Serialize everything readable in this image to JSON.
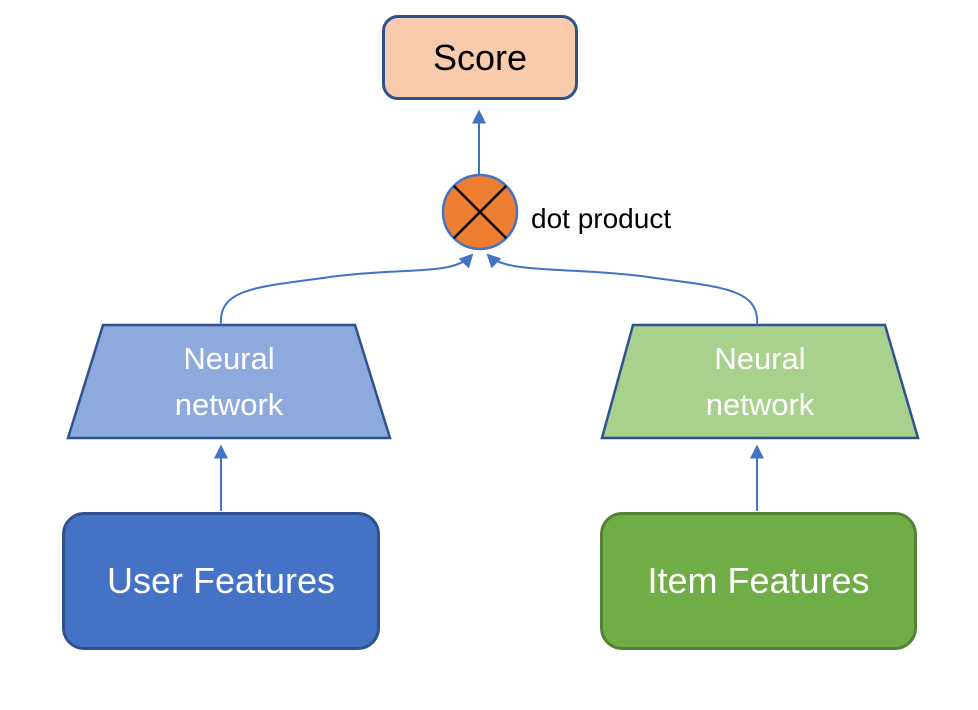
{
  "diagram": {
    "type": "two-tower-recommender-flow-diagram",
    "background": "#FFFFFF",
    "arrow_color": "#4472C4",
    "nodes": {
      "score": {
        "label": "Score",
        "shape": "rounded-rect",
        "fill": "#F8CBAD",
        "border": "#2F528F",
        "text_color": "#000000"
      },
      "dot_product": {
        "label": "dot product",
        "shape": "circle-with-x-mark",
        "fill": "#ED7D31",
        "border": "#4472C4",
        "x_mark_color": "#000000",
        "label_color": "#000000"
      },
      "user_tower": {
        "label": "Neural network",
        "shape": "trapezoid",
        "fill": "#8EA9DB",
        "border": "#2F528F",
        "text_color": "#FFFFFF"
      },
      "item_tower": {
        "label": "Neural network",
        "shape": "trapezoid",
        "fill": "#A9D18E",
        "border": "#2F528F",
        "text_color": "#FFFFFF"
      },
      "user_features": {
        "label": "User Features",
        "shape": "rounded-rect",
        "fill": "#4472C4",
        "border": "#2F528F",
        "text_color": "#FFFFFF"
      },
      "item_features": {
        "label": "Item Features",
        "shape": "rounded-rect",
        "fill": "#70AD47",
        "border": "#548235",
        "text_color": "#FFFFFF"
      }
    },
    "edges": [
      {
        "from": "user_features",
        "to": "user_tower",
        "style": "straight-arrow"
      },
      {
        "from": "item_features",
        "to": "item_tower",
        "style": "straight-arrow"
      },
      {
        "from": "user_tower",
        "to": "dot_product",
        "style": "curved-arrow"
      },
      {
        "from": "item_tower",
        "to": "dot_product",
        "style": "curved-arrow"
      },
      {
        "from": "dot_product",
        "to": "score",
        "style": "straight-arrow"
      }
    ]
  }
}
